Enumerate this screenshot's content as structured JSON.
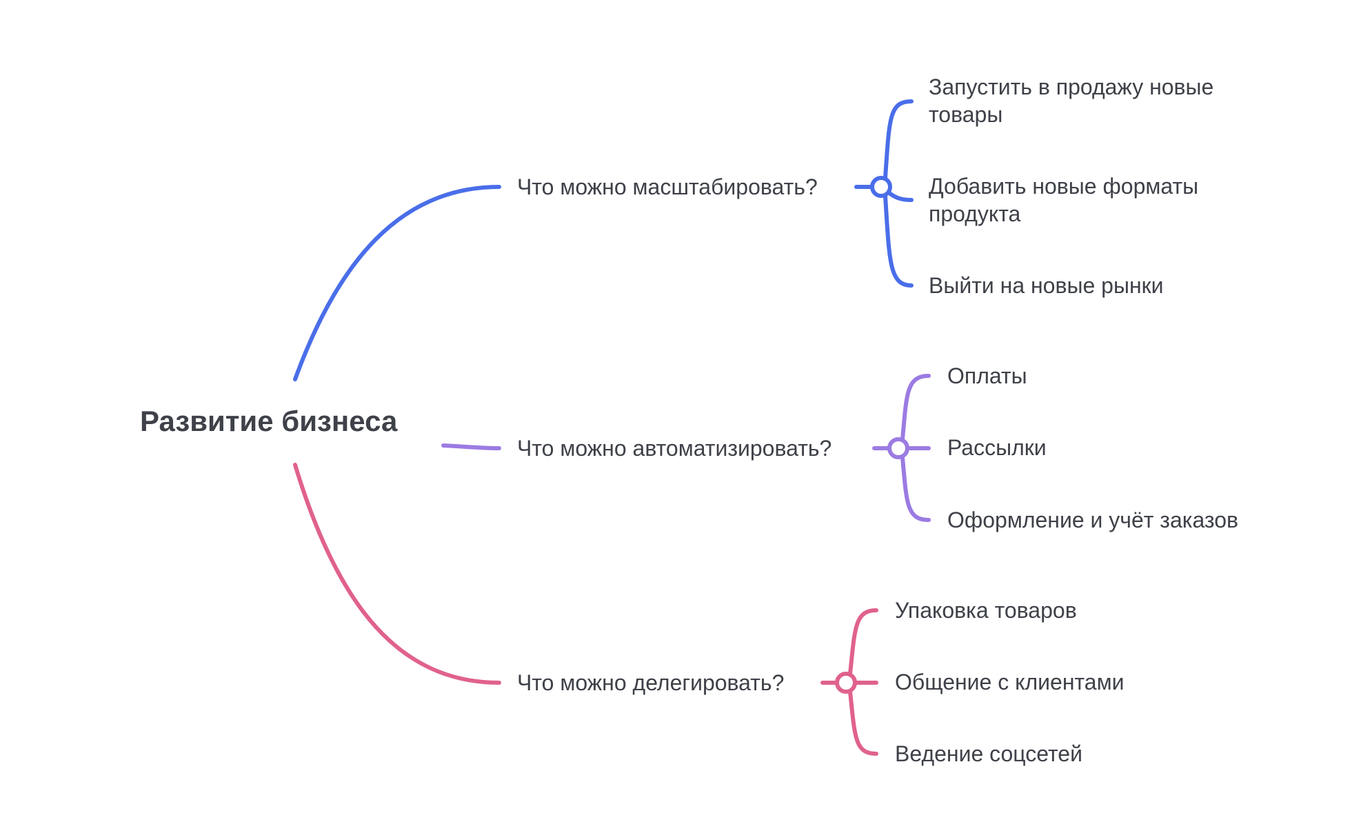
{
  "root": {
    "label": "Развитие бизнеса"
  },
  "colors": {
    "blue": "#4a6ee9",
    "purple": "#9b7be2",
    "pink": "#e0628c",
    "text": "#3e4148"
  },
  "branches": [
    {
      "label": "Что можно масштабировать?",
      "children": [
        "Запустить в продажу новые товары",
        "Добавить новые форматы продукта",
        "Выйти на новые рынки"
      ]
    },
    {
      "label": "Что можно автоматизировать?",
      "children": [
        "Оплаты",
        "Рассылки",
        "Оформление и учёт заказов"
      ]
    },
    {
      "label": "Что можно делегировать?",
      "children": [
        "Упаковка товаров",
        "Общение с клиентами",
        "Ведение соцсетей"
      ]
    }
  ]
}
